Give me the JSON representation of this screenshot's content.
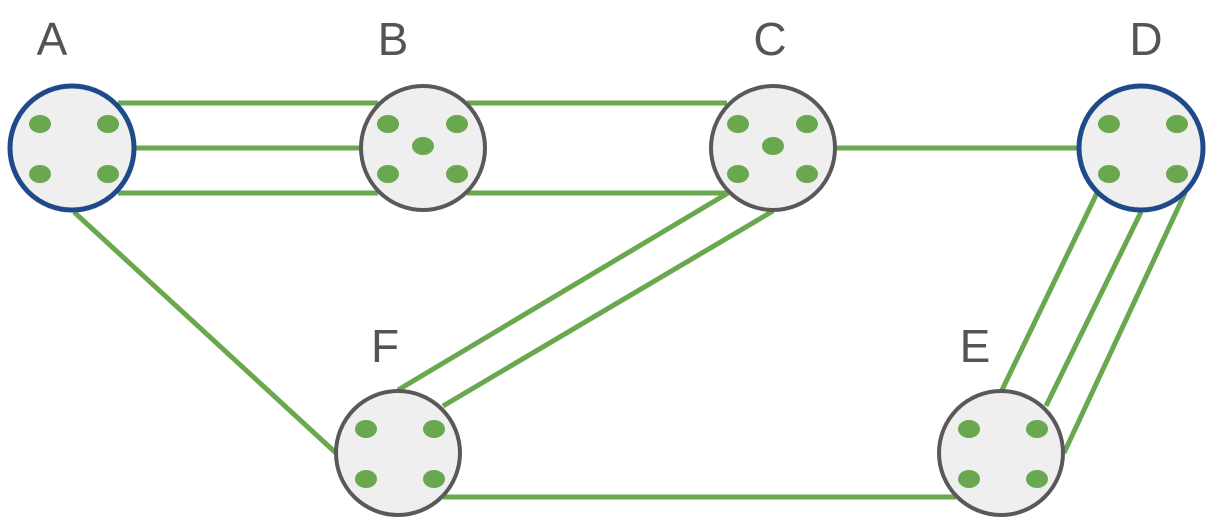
{
  "colors": {
    "edge": "#6aa84f",
    "node_fill": "#efefef",
    "node_stroke_default": "#595959",
    "node_stroke_highlight": "#1f4a8a",
    "port_dot": "#6aa84f",
    "label": "#545454"
  },
  "nodes": [
    {
      "id": "A",
      "label": "A",
      "highlighted": true,
      "port_count": 4
    },
    {
      "id": "B",
      "label": "B",
      "highlighted": false,
      "port_count": 5
    },
    {
      "id": "C",
      "label": "C",
      "highlighted": false,
      "port_count": 5
    },
    {
      "id": "D",
      "label": "D",
      "highlighted": true,
      "port_count": 4
    },
    {
      "id": "E",
      "label": "E",
      "highlighted": false,
      "port_count": 4
    },
    {
      "id": "F",
      "label": "F",
      "highlighted": false,
      "port_count": 4
    }
  ],
  "links": [
    {
      "from": "A",
      "to": "B",
      "count": 3
    },
    {
      "from": "B",
      "to": "C",
      "count": 2
    },
    {
      "from": "C",
      "to": "D",
      "count": 1
    },
    {
      "from": "A",
      "to": "F",
      "count": 1
    },
    {
      "from": "C",
      "to": "F",
      "count": 2
    },
    {
      "from": "F",
      "to": "E",
      "count": 1
    },
    {
      "from": "D",
      "to": "E",
      "count": 3
    }
  ]
}
